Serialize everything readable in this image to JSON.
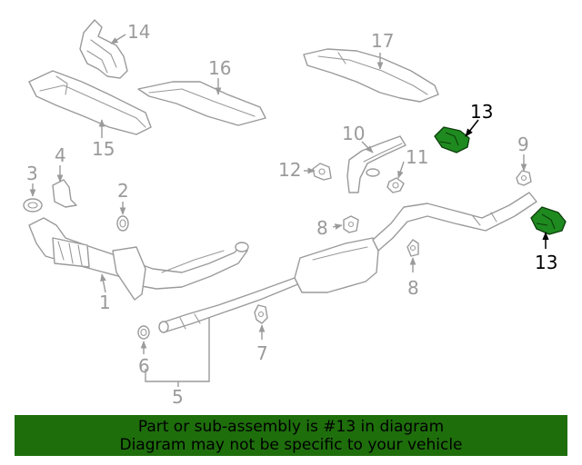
{
  "callouts": {
    "c1": "1",
    "c2": "2",
    "c3": "3",
    "c4": "4",
    "c5": "5",
    "c6": "6",
    "c7": "7",
    "c8a": "8",
    "c8b": "8",
    "c9": "9",
    "c10": "10",
    "c11": "11",
    "c12": "12",
    "c13a": "13",
    "c13b": "13",
    "c14": "14",
    "c15": "15",
    "c16": "16",
    "c17": "17"
  },
  "highlighted_part": "13",
  "colors": {
    "highlight": "#1f8a1f",
    "banner": "#1e6e0c",
    "line_art": "#9a9a9a"
  },
  "banner": {
    "line1": "Part or sub-assembly is #13 in diagram",
    "line2": "Diagram may not be specific to your vehicle"
  }
}
